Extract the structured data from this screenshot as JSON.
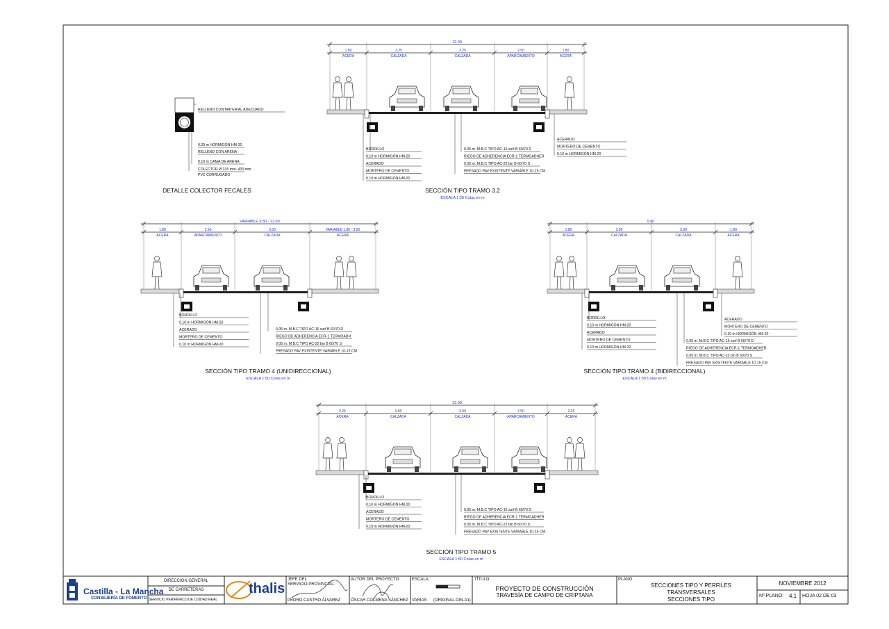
{
  "detail": {
    "title": "DETALLE COLECTOR FECALES",
    "labels": [
      "RELLENO CON MATERIAL ADECUADO",
      "0.20 m HORMIGÓN HM-20",
      "RELLENO CON ARENA",
      "0.10 m CAMA DE ARENA",
      "COLECTOR Ø 315 mm- 400 mm",
      "PVC CORRUGADO"
    ]
  },
  "sections": [
    {
      "id": "tramo-3-2",
      "title": "SECCIÓN TIPO TRAMO 3.2",
      "scale": "ESCALA 1:50",
      "units": "Cotas en m",
      "total": "12.00",
      "parts": [
        {
          "w": "1.80",
          "name": "ACERA"
        },
        {
          "w": "3.25",
          "name": "CALZADA"
        },
        {
          "w": "3.25",
          "name": "CALZADA"
        },
        {
          "w": "2.50",
          "name": "APARCAMIENTO"
        },
        {
          "w": "1.80",
          "name": "ACERA"
        }
      ],
      "labels_left": [
        "BORDILLO",
        "0.10 m HORMIGÓN HM-20",
        "ACERADO",
        "MORTERO DE CEMENTO",
        "0.10 m HORMIGÓN HM-20"
      ],
      "labels_center": [
        "0.05 m. M.B.C TIPO AC-16 surf B 60/70 D",
        "RIEGO DE ADHERENCIA ECR-1 TERMOADHER",
        "0.05 m. M.B.C TIPO AC-22 bin B 60/70 S",
        "FRESADO PAV EXISTENTE VARIABLE 10-15 CM"
      ],
      "labels_right": [
        "ACERADO",
        "MORTERO DE CEMENTO",
        "0.10 m HORMIGÓN HM-20"
      ]
    },
    {
      "id": "tramo-4-uni",
      "title": "SECCIÓN TIPO TRAMO 4 (UNIDIRECCIONAL)",
      "scale": "ESCALA 1:50",
      "units": "Cotas en m",
      "total": "VARIABLE 9.80 - 12.00",
      "parts": [
        {
          "w": "1.80",
          "name": "ACERA"
        },
        {
          "w": "2.50",
          "name": "APARCAMIENTO"
        },
        {
          "w": "3.50",
          "name": "CALZADA"
        },
        {
          "w": "VARIABLE 1.80 - 3.00",
          "name": "ACERA"
        }
      ],
      "labels_left": [
        "BORDILLO",
        "0.10 m HORMIGÓN HM-20",
        "ACERADO",
        "MORTERO DE CEMENTO",
        "0.10 m HORMIGÓN HM-20"
      ],
      "labels_center": [
        "0.05 m. M.B.C TIPO AC-16 surf B 60/70 D",
        "RIEGO DE ADHERENCIA ECR-1 TERMOADH",
        "0.05 m. M.B.C TIPO AC-22 bin B 60/70 S",
        "FRESADO PAV EXISTENTE VARIABLE 10-15 CM"
      ],
      "labels_right": []
    },
    {
      "id": "tramo-4-bi",
      "title": "SECCIÓN TIPO TRAMO 4 (BIDIRECCIONAL)",
      "scale": "ESCALA 1:50",
      "units": "Cotas en m",
      "total": "9.60",
      "parts": [
        {
          "w": "1.80",
          "name": "ACERA"
        },
        {
          "w": "3.00",
          "name": "CALZADA"
        },
        {
          "w": "3.00",
          "name": "CALZADA"
        },
        {
          "w": "1.80",
          "name": "ACERA"
        }
      ],
      "labels_left": [
        "BORDILLO",
        "0.10 m HORMIGÓN HM-20",
        "ACERADO",
        "MORTERO DE CEMENTO",
        "0.10 m HORMIGÓN HM-20"
      ],
      "labels_center": [
        "0.05 m. M.B.C TIPO AC-16 surf B 60/70 D",
        "RIEGO DE ADHERENCIA ECR-1 TERMOADHER",
        "0.05 m. M.B.C TIPO AC-22 bin B 60/70 S",
        "FRESADO PAV EXISTENTE VARIABLE 10-15 CM"
      ],
      "labels_right": [
        "ACERADO",
        "MORTERO DE CEMENTO",
        "0.10 m HORMIGÓN HM-20"
      ]
    },
    {
      "id": "tramo-5",
      "title": "SECCIÓN TIPO TRAMO 5",
      "scale": "ESCALA 1:50",
      "units": "Cotas en m",
      "total": "13.00",
      "parts": [
        {
          "w": "2.25",
          "name": "ACERA"
        },
        {
          "w": "3.00",
          "name": "CALZADA"
        },
        {
          "w": "3.00",
          "name": "CALZADA"
        },
        {
          "w": "2.50",
          "name": "APARCAMIENTO"
        },
        {
          "w": "2.25",
          "name": "ACERA"
        }
      ],
      "labels_left": [
        "BORDILLO",
        "0.10 m HORMIGÓN HM-20",
        "ACERADO",
        "MORTERO DE CEMENTO",
        "0.10 m HORMIGÓN HM-20"
      ],
      "labels_center": [
        "0.05 m. M.B.C TIPO AC-16 surf B 60/70 D",
        "RIEGO DE ADHERENCIA ECR-1 TERMOADHER",
        "0.05 m. M.B.C TIPO AC-22 bin B 60/70 S",
        "FRESADO PAV EXISTENTE VARIABLE 10-15 CM."
      ],
      "labels_right": []
    }
  ],
  "titleblock": {
    "logo_name": "Castilla - La Mancha",
    "logo_sub": "CONSEJERÍA DE FOMENTO",
    "dg_line1": "DIRECCIÓN GENERAL",
    "dg_line2": "DE CARRETERAS",
    "dg_line3": "SERVICIO PERIFÉRICO DE CIUDAD REAL",
    "company": "thalis",
    "jefe_label_1": "JEFE DEL",
    "jefe_label_2": "SERVICIO PROVINCIAL:",
    "jefe_name": "PEDRO CASTRO ÁLVAREZ",
    "autor_label": "AUTOR DEL PROYECTO:",
    "autor_name": "ÓSCAR COLMENA SÁNCHEZ",
    "escala_label": "ESCALA:",
    "escala_value": "VARIAS",
    "escala_note": "(ORIGINAL DIN-A1)",
    "titulo_label": "TÍTULO:",
    "titulo_1": "PROYECTO DE CONSTRUCCIÓN",
    "titulo_2": "TRAVESÍA DE CAMPO DE CRIPTANA",
    "plano_label": "PLANO:",
    "plano_1": "SECCIONES TIPO Y PERFILES",
    "plano_2": "TRANSVERSALES",
    "plano_3": "SECCIONES TIPO",
    "date": "NOVIEMBRE 2012",
    "plano_no_label": "Nº PLANO:",
    "plano_no": "4.1",
    "hoja": "HOJA 02 DE 03"
  }
}
